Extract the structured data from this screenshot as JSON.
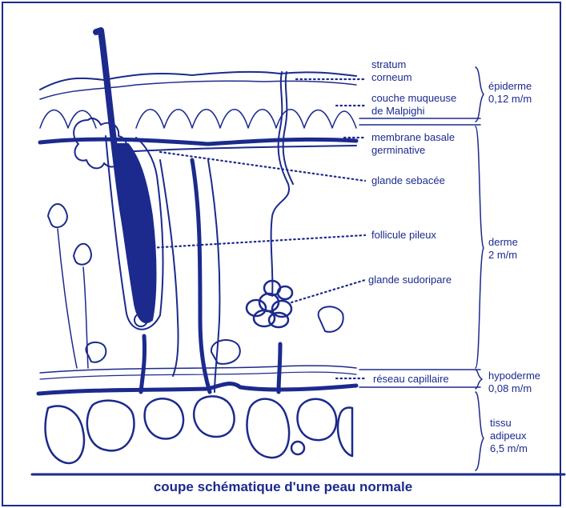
{
  "caption": "coupe schématique d'une peau normale",
  "colors": {
    "ink": "#1b2a8c",
    "paper": "#ffffff"
  },
  "labels": {
    "stratum": "stratum",
    "corneum": "corneum",
    "couche_muqueuse": "couche muqueuse",
    "de_malpighi": "de Malpighi",
    "membrane_basale": "membrane basale",
    "germinative": "germinative",
    "glande_sebacee": "glande sebacée",
    "follicule_pileux": "follicule pileux",
    "glande_sudoripare": "glande sudoripare",
    "reseau_capillaire": "réseau capillaire"
  },
  "layers": {
    "epiderme": "épiderme",
    "epiderme_size": "0,12 m/m",
    "derme": "derme",
    "derme_size": "2 m/m",
    "hypoderme": "hypoderme",
    "hypoderme_size": "0,08 m/m",
    "tissu": "tissu",
    "adipeux": "adipeux",
    "tissu_size": "6,5 m/m"
  }
}
